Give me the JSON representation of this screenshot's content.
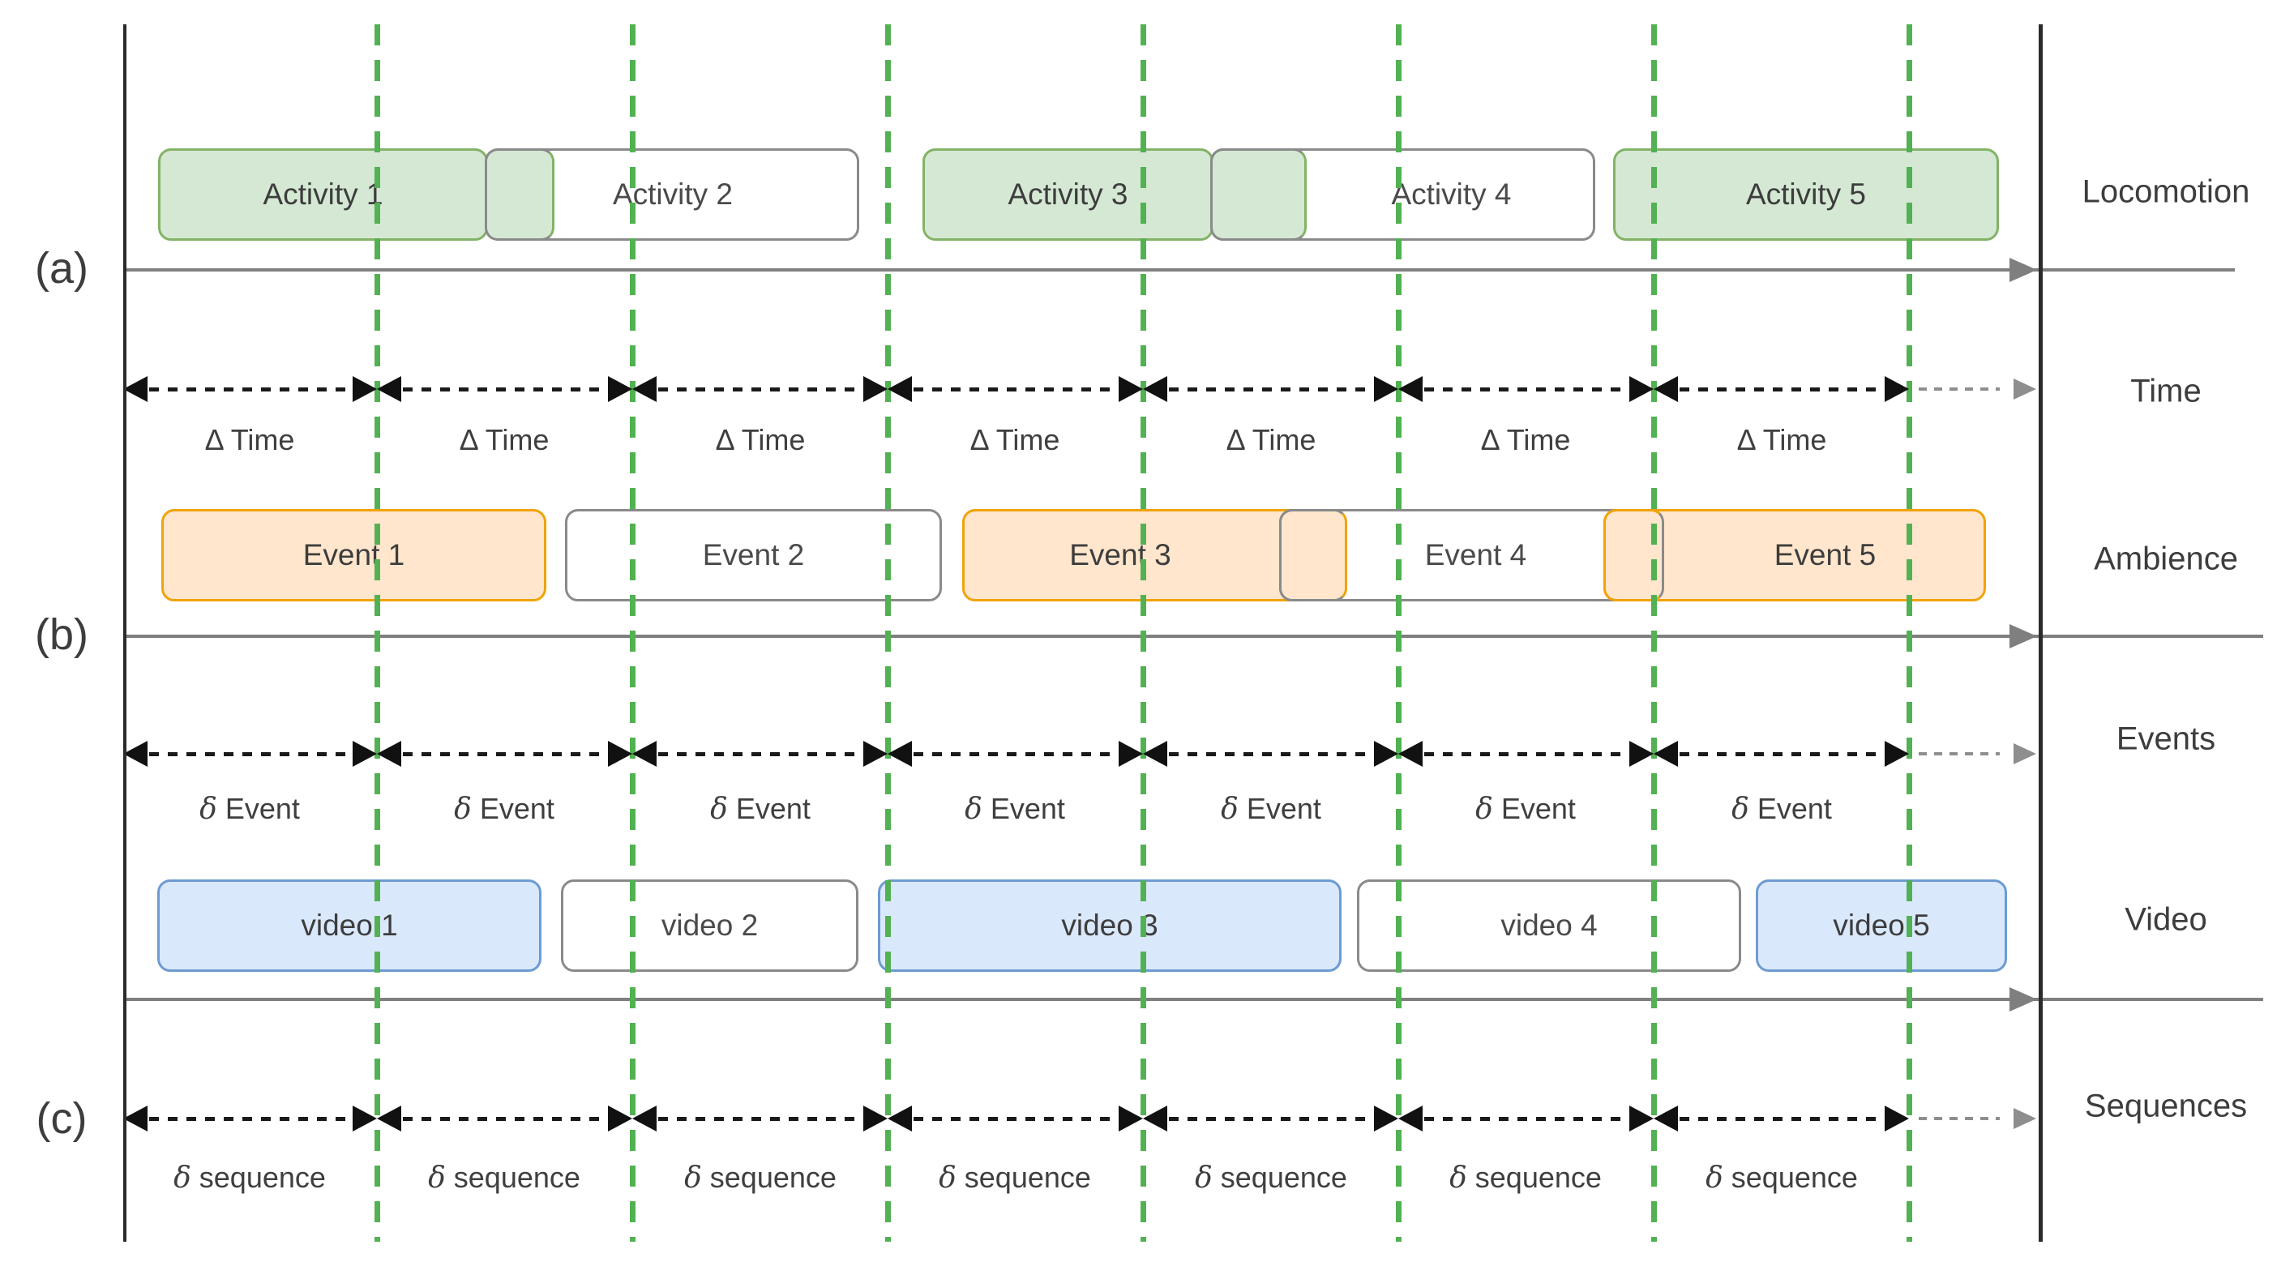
{
  "panels": {
    "a": "(a)",
    "b": "(b)",
    "c": "(c)"
  },
  "right_column": {
    "labels": [
      "Locomotion",
      "Time",
      "Ambience",
      "Events",
      "Video",
      "Sequences"
    ]
  },
  "locomotion_row": {
    "boxes": [
      {
        "label": "Activity 1",
        "style": "green"
      },
      {
        "label": "Activity 2",
        "style": "white"
      },
      {
        "label": "Activity 3",
        "style": "green"
      },
      {
        "label": "Activity 4",
        "style": "white"
      },
      {
        "label": "Activity 5",
        "style": "green"
      }
    ]
  },
  "time_row": {
    "interval_labels": [
      "Δ Time",
      "Δ Time",
      "Δ Time",
      "Δ Time",
      "Δ Time",
      "Δ Time",
      "Δ Time"
    ]
  },
  "ambience_row": {
    "boxes": [
      {
        "label": "Event 1",
        "style": "orange"
      },
      {
        "label": "Event 2",
        "style": "white"
      },
      {
        "label": "Event 3",
        "style": "orange"
      },
      {
        "label": "Event 4",
        "style": "white"
      },
      {
        "label": "Event 5",
        "style": "orange"
      }
    ]
  },
  "events_row": {
    "interval_labels": [
      "δ Event",
      "δ Event",
      "δ Event",
      "δ Event",
      "δ Event",
      "δ Event",
      "δ Event"
    ]
  },
  "video_row": {
    "boxes": [
      {
        "label": "video 1",
        "style": "blue"
      },
      {
        "label": "video 2",
        "style": "white"
      },
      {
        "label": "video 3",
        "style": "blue"
      },
      {
        "label": "video 4",
        "style": "white"
      },
      {
        "label": "video 5",
        "style": "blue"
      }
    ]
  },
  "sequences_row": {
    "interval_labels": [
      "δ sequence",
      "δ sequence",
      "δ sequence",
      "δ sequence",
      "δ sequence",
      "δ sequence",
      "δ sequence"
    ]
  },
  "colors": {
    "green_fill": "#d5e8d4",
    "green_stroke": "#82b366",
    "orange_fill": "#ffe6cc",
    "orange_stroke": "#f0a30a",
    "blue_fill": "#dae8fc",
    "blue_stroke": "#6c9bd2",
    "white_box_stroke": "#8a8a8a",
    "grid_dash_green": "#52b152",
    "axis_gray": "#7f7f7f",
    "arrow_black": "#1a1a1a"
  }
}
